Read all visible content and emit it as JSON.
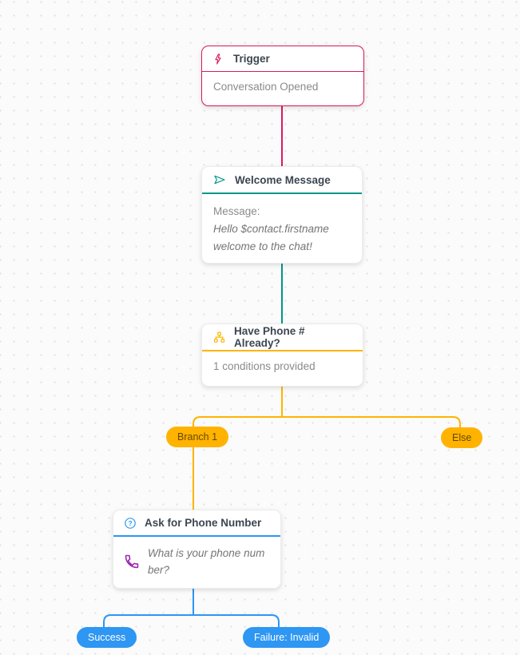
{
  "canvas": {
    "type": "workflow-builder",
    "background": "#FBFBFB",
    "dot_color": "#E2E2E2"
  },
  "nodes": {
    "trigger": {
      "title": "Trigger",
      "body": "Conversation Opened",
      "accent": "#D81B60",
      "icon": "flash-icon"
    },
    "welcome": {
      "title": "Welcome Message",
      "body_label": "Message:",
      "body_line1": "Hello $contact.firstname",
      "body_line2": "welcome to the chat!",
      "accent": "#009688",
      "icon": "send-icon"
    },
    "condition": {
      "title": "Have Phone # Already?",
      "body": "1 conditions provided",
      "accent": "#FFB300",
      "icon": "branch-icon"
    },
    "ask": {
      "title": "Ask for Phone Number",
      "body": "What is your phone number?",
      "accent": "#2E96F3",
      "icon": "question-icon",
      "body_icon": "phone-icon",
      "body_icon_color": "#9C27B0"
    }
  },
  "pills": {
    "branch1": {
      "label": "Branch 1",
      "bg": "#FFB300"
    },
    "else": {
      "label": "Else",
      "bg": "#FFB300"
    },
    "success": {
      "label": "Success",
      "bg": "#2E96F3"
    },
    "failure": {
      "label": "Failure: Invalid",
      "bg": "#2E96F3"
    }
  }
}
